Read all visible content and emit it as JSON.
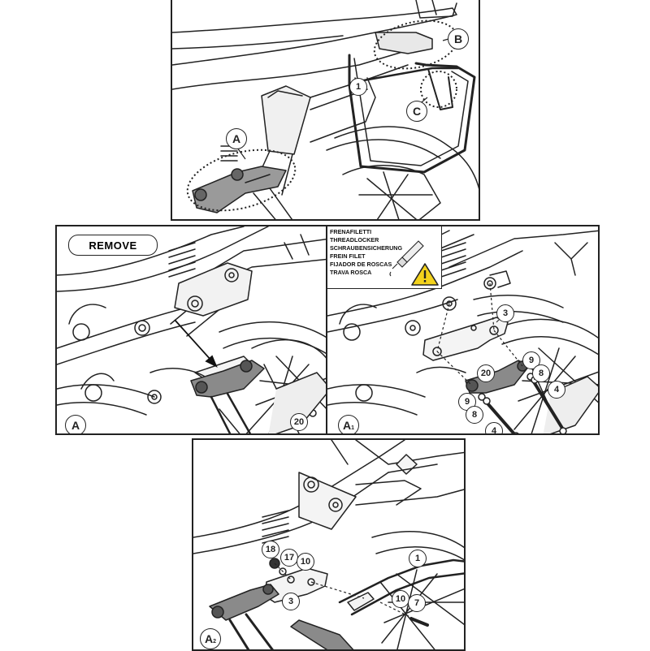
{
  "panels": {
    "top": {
      "callouts": {
        "B": "B",
        "C": "C",
        "A": "A",
        "one": "1"
      }
    },
    "mid_left": {
      "remove_label": "REMOVE",
      "step_label": "A",
      "callouts": {
        "twenty": "20"
      }
    },
    "mid_right": {
      "step_label": "A",
      "step_sub": "1",
      "threadlocker_lines": [
        "FRENAFILETTI",
        "THREADLOCKER",
        "SCHRAUBENSICHERUNG",
        "FREIN FILET",
        "FIJADOR DE ROSCAS",
        "TRAVA ROSCA"
      ],
      "callouts": {
        "three": "3",
        "twenty": "20",
        "nine_a": "9",
        "nine_b": "9",
        "eight_a": "8",
        "eight_b": "8",
        "four_a": "4",
        "four_b": "4"
      }
    },
    "bottom": {
      "step_label": "A",
      "step_sub": "2",
      "callouts": {
        "eighteen": "18",
        "seventeen": "17",
        "ten_a": "10",
        "ten_b": "10",
        "three": "3",
        "one": "1",
        "seven": "7"
      }
    }
  },
  "icons": [
    "warning-triangle-icon",
    "threadlocker-bottle-icon"
  ],
  "colors": {
    "line": "#222222",
    "fill_gray": "#8a8a8a",
    "warning": "#f3d21c",
    "background": "#ffffff"
  }
}
